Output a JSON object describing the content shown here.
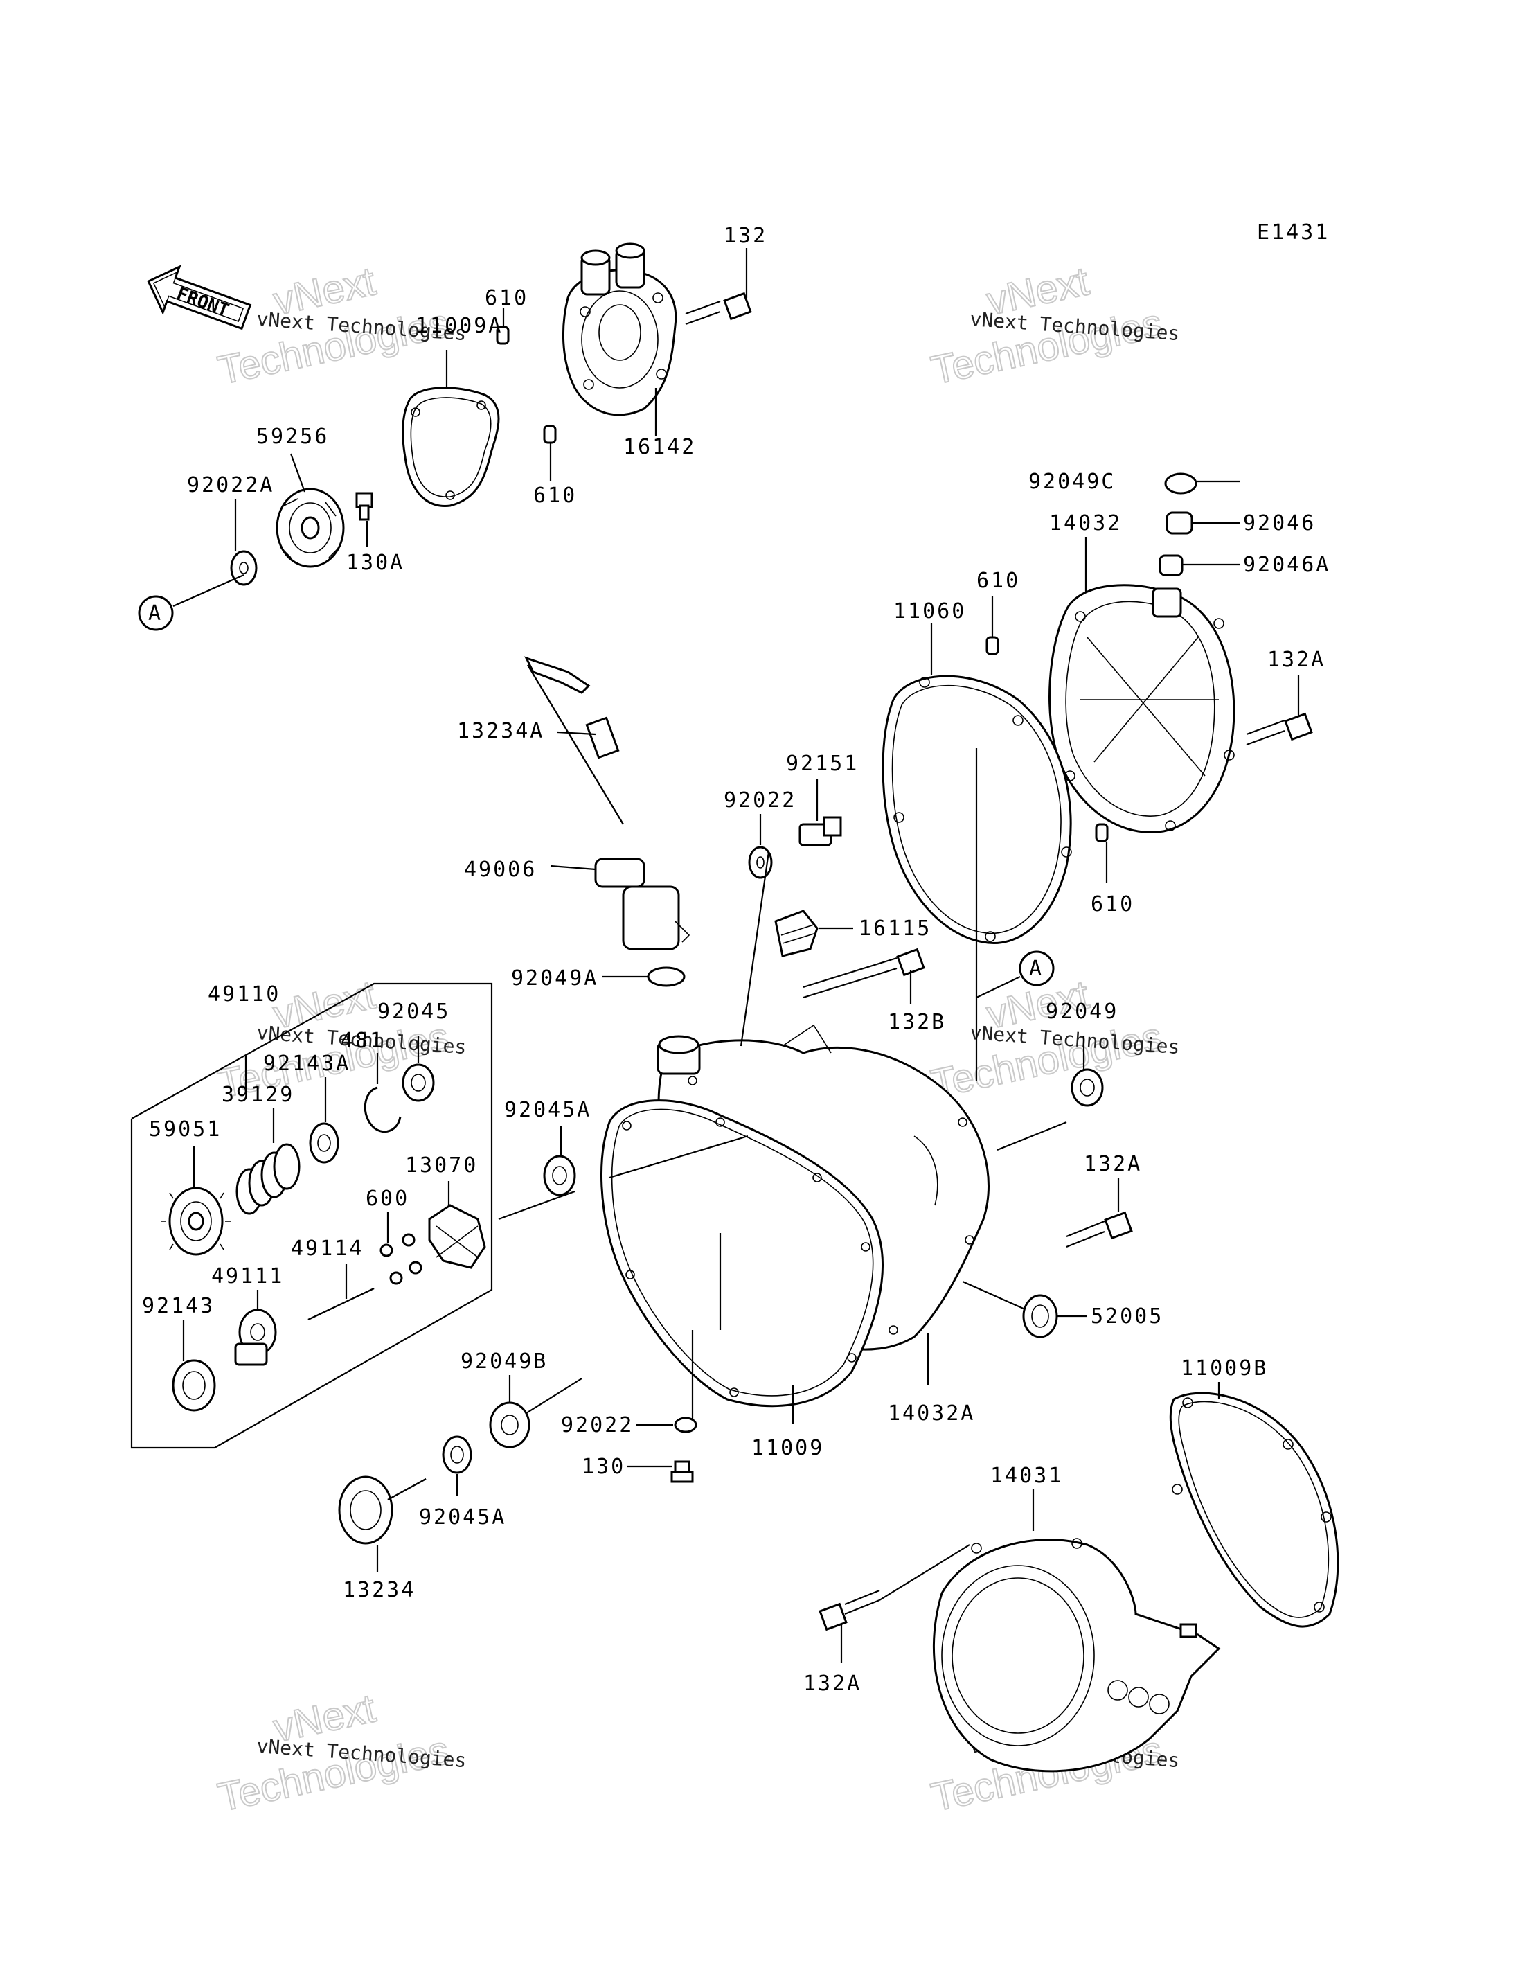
{
  "diagram_code": "E1431",
  "direction_label": "FRONT",
  "watermark": {
    "line1": "vNext",
    "line2": "Technologies",
    "small": "vNext Technologies"
  },
  "callouts": {
    "A_top": "A",
    "A_mid": "A"
  },
  "labels": {
    "p132_top": "132",
    "p610_a": "610",
    "p11009A": "11009A",
    "p16142": "16142",
    "p610_b": "610",
    "p59256": "59256",
    "p92022A": "92022A",
    "p130A": "130A",
    "p92049C": "92049C",
    "p92046": "92046",
    "p14032": "14032",
    "p92046A": "92046A",
    "p610_c": "610",
    "p11060": "11060",
    "p132A_r": "132A",
    "p13234A": "13234A",
    "p92151": "92151",
    "p92022_a": "92022",
    "p610_d": "610",
    "p49006": "49006",
    "p16115": "16115",
    "p92049A": "92049A",
    "p132B": "132B",
    "p92049": "92049",
    "p49110": "49110",
    "p92045": "92045",
    "p481": "481",
    "p92143A": "92143A",
    "p39129": "39129",
    "p92045A_a": "92045A",
    "p59051": "59051",
    "p13070": "13070",
    "p600": "600",
    "p132A_m": "132A",
    "p49114": "49114",
    "p49111": "49111",
    "p52005": "52005",
    "p92143": "92143",
    "p92049B": "92049B",
    "p14032A": "14032A",
    "p11009B": "11009B",
    "p92022_b": "92022",
    "p11009": "11009",
    "p130": "130",
    "p14031": "14031",
    "p92045A_b": "92045A",
    "p13234": "13234",
    "p132A_b": "132A"
  }
}
